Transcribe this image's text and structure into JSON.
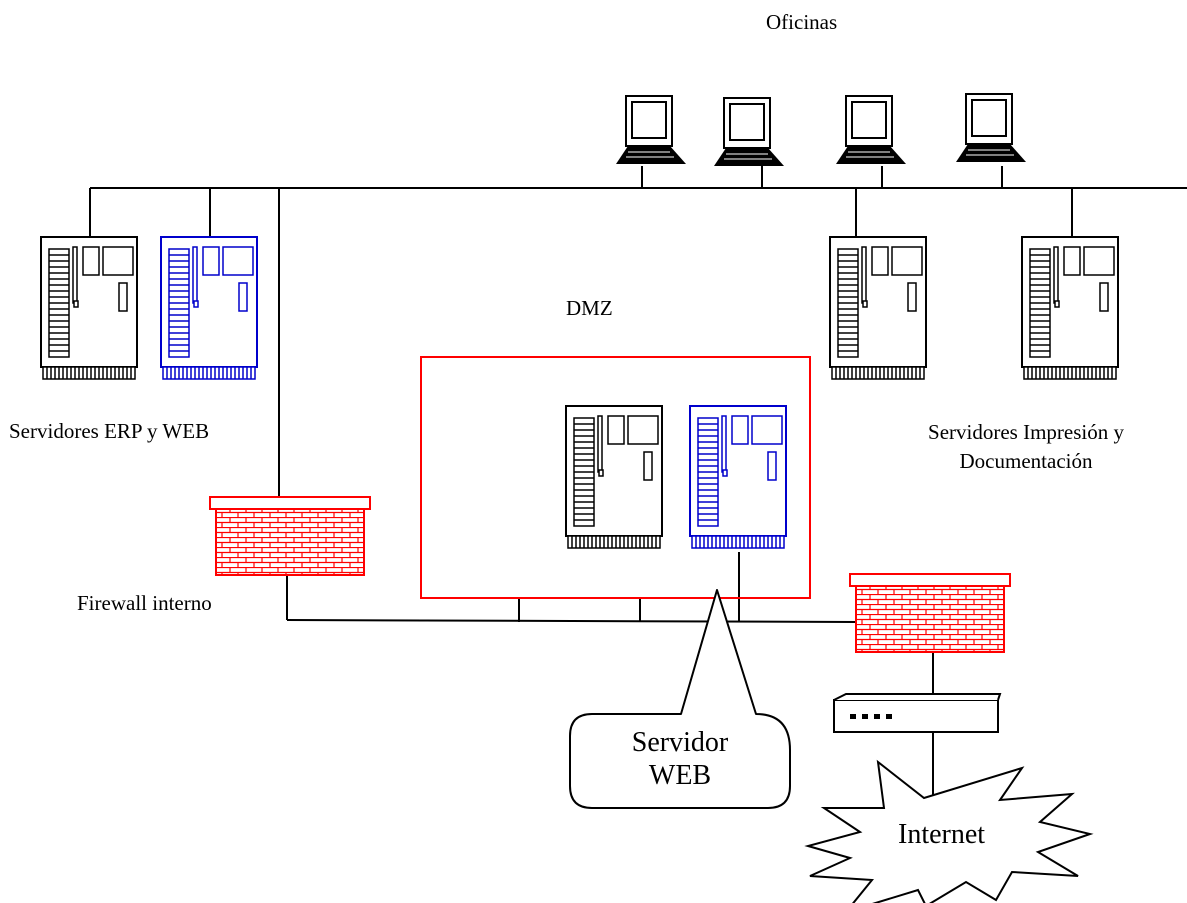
{
  "labels": {
    "offices": "Oficinas",
    "dmz": "DMZ",
    "erp_web_servers": "Servidores ERP y WEB",
    "print_doc_servers_line1": "Servidores Impresión y",
    "print_doc_servers_line2": "Documentación",
    "internal_firewall": "Firewall interno",
    "web_server_callout_line1": "Servidor",
    "web_server_callout_line2": "WEB",
    "internet": "Internet"
  },
  "colors": {
    "line": "#000000",
    "dmz_border": "#ff0000",
    "firewall": "#ff0000",
    "web_server": "#0000cc",
    "server": "#000000"
  },
  "icons": {
    "laptop": "laptop-icon",
    "server": "server-tower-icon",
    "firewall": "brick-wall-firewall-icon",
    "router": "router-icon",
    "cloud": "internet-burst-icon"
  }
}
